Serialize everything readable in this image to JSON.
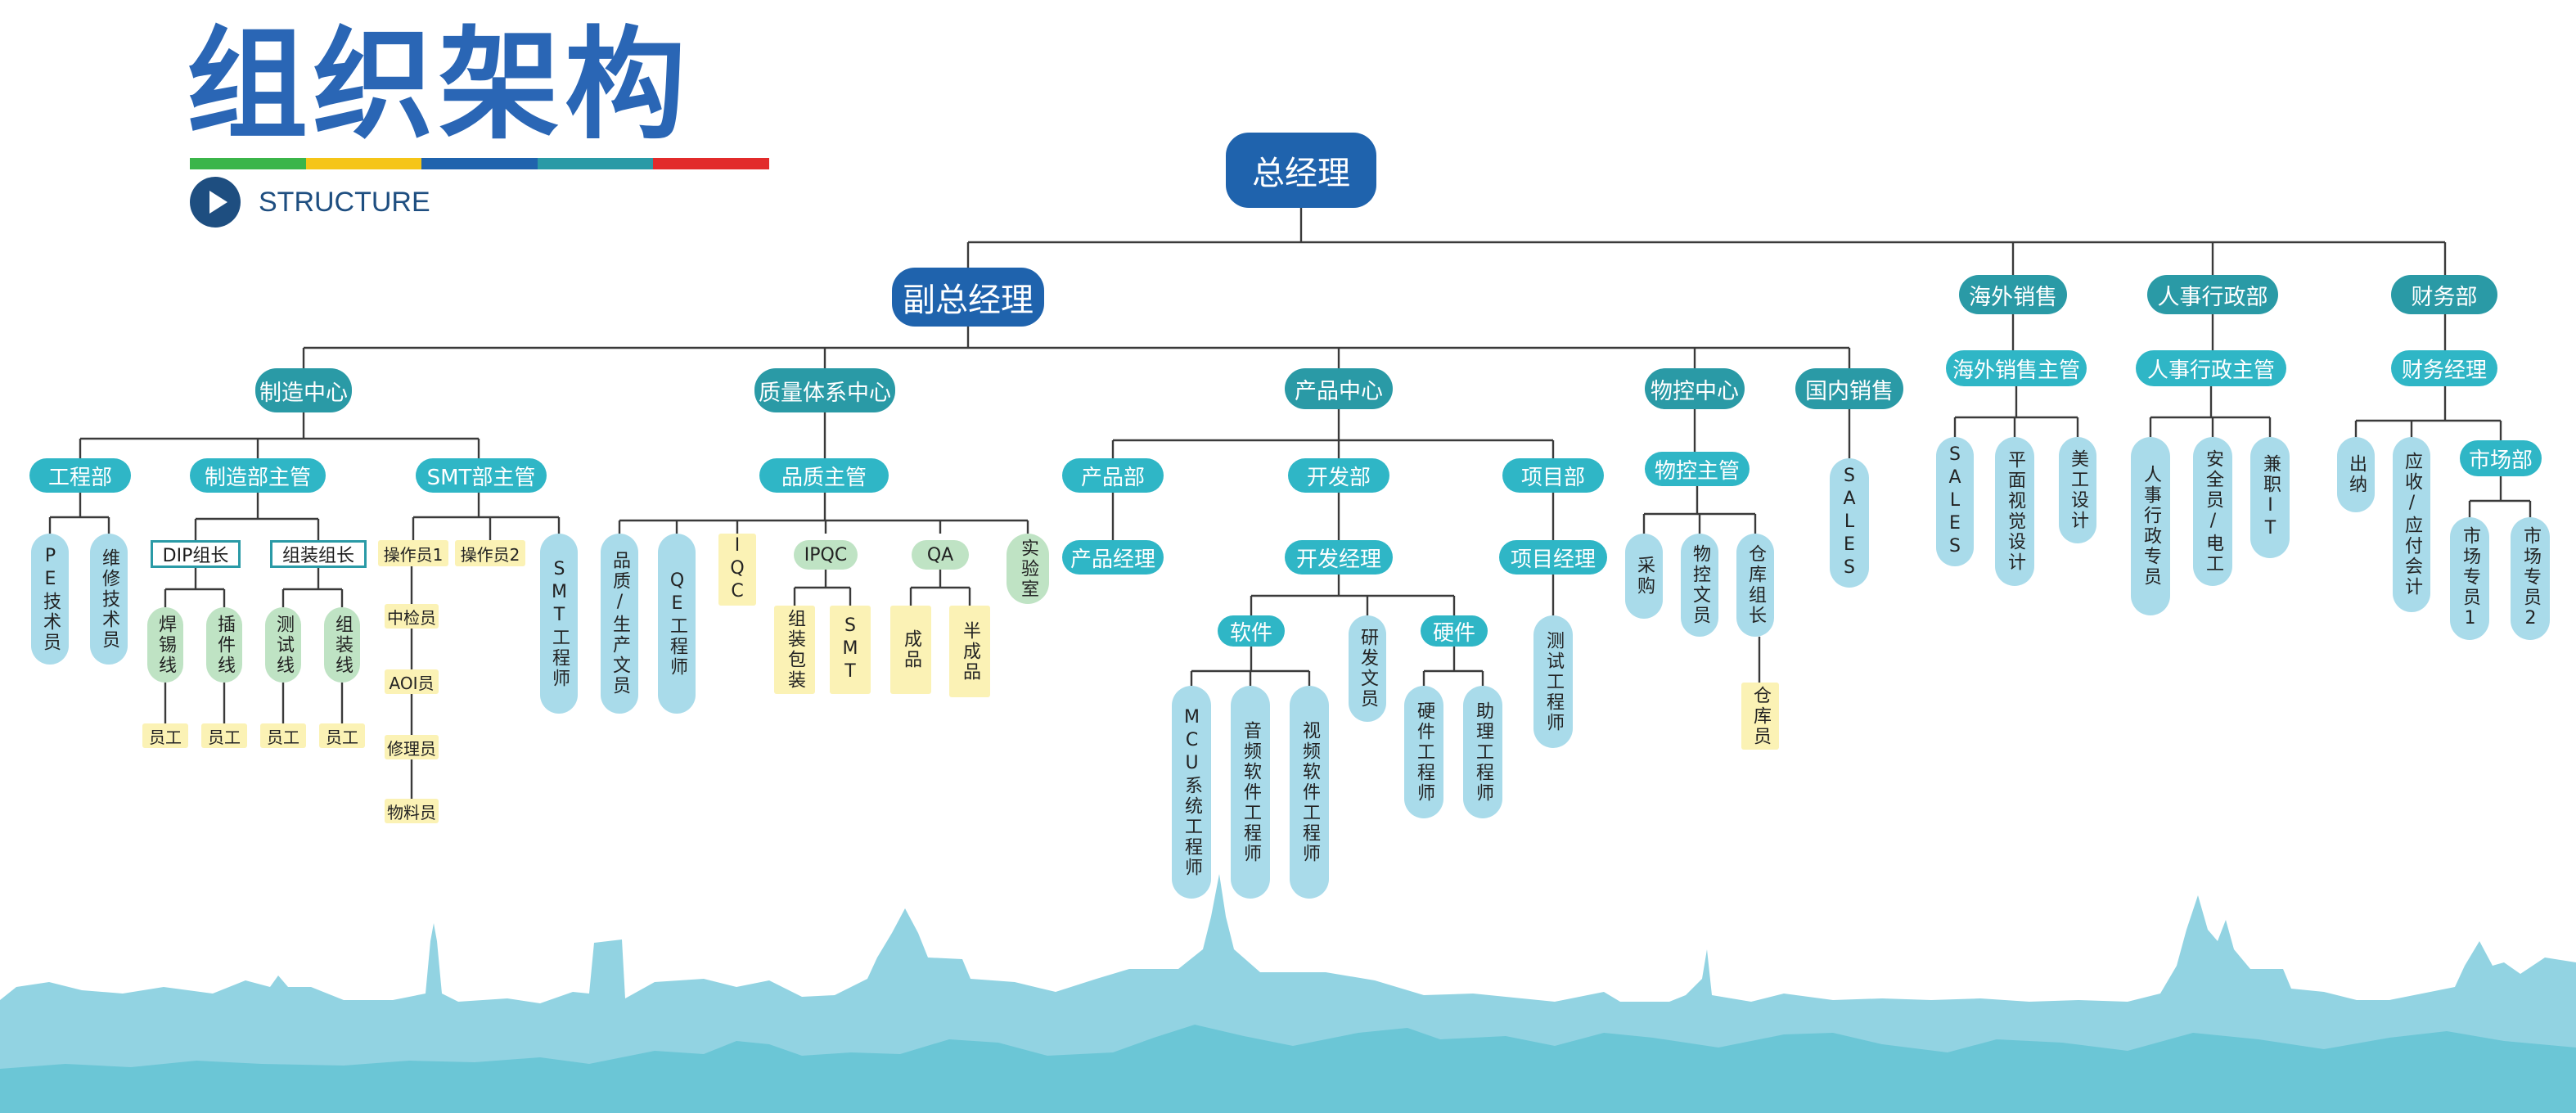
{
  "header": {
    "title": "组织架构",
    "subtitle": "STRUCTURE",
    "rainbow_colors": [
      "#3bb54a",
      "#f5c518",
      "#1f63ad",
      "#2a9aa6",
      "#e22b2b"
    ]
  },
  "colors": {
    "line": "#3a3a3a",
    "top_node": "#1f63ad",
    "dept_header": "#2a9aa6",
    "sub_header": "#2fb6c6",
    "light_blue": "#a9dbea",
    "light_green": "#bfe3c4",
    "light_yellow": "#fbf2b5",
    "skyline_back": "#92d3e2",
    "skyline_front": "#6bc6d6"
  },
  "org": {
    "gm": "总经理",
    "vgm": "副总经理",
    "manufacturing": {
      "center": "制造中心",
      "engineering": "工程部",
      "pe_tech": "PE技术员",
      "maint_tech": "维修技术员",
      "mfg_head": "制造部主管",
      "dip_lead": "DIP组长",
      "assy_lead": "组装组长",
      "weld_line": "焊锡线",
      "plug_line": "插件线",
      "test_line": "测试线",
      "assy_line": "组装线",
      "worker": "员工",
      "smt_head": "SMT部主管",
      "operator1": "操作员1",
      "operator2": "操作员2",
      "mid_inspector": "中检员",
      "aoi_inspector": "AOI员",
      "repairer": "修理员",
      "material_clerk": "物料员",
      "smt_engineer": "SMT工程师"
    },
    "quality": {
      "center": "质量体系中心",
      "head": "品质主管",
      "clerk": "品质/生产文员",
      "qe": "QE工程师",
      "iqc": "IQC",
      "ipqc": "IPQC",
      "assy_pack": "组装包装",
      "smt": "SMT",
      "qa": "QA",
      "finished": "成品",
      "semi": "半成品",
      "lab": "实验室"
    },
    "product": {
      "center": "产品中心",
      "product_dept": "产品部",
      "product_mgr": "产品经理",
      "dev_dept": "开发部",
      "dev_mgr": "开发经理",
      "software": "软件",
      "mcu_eng": "MCU系统工程师",
      "audio_eng": "音频软件工程师",
      "video_eng": "视频软件工程师",
      "rd_clerk": "研发文员",
      "hardware": "硬件",
      "hw_eng": "硬件工程师",
      "asst_eng": "助理工程师",
      "project_dept": "项目部",
      "project_mgr": "项目经理",
      "test_eng": "测试工程师"
    },
    "material": {
      "center": "物控中心",
      "head": "物控主管",
      "purchasing": "采购",
      "clerk": "物控文员",
      "wh_lead": "仓库组长",
      "wh_keeper": "仓库员"
    },
    "domestic": {
      "head": "国内销售",
      "sales": "SALES"
    },
    "overseas": {
      "head": "海外销售",
      "mgr": "海外销售主管",
      "sales": "SALES",
      "designer": "平面视觉设计",
      "artist": "美工设计"
    },
    "hr": {
      "head": "人事行政部",
      "mgr": "人事行政主管",
      "specialist": "人事行政专员",
      "safety": "安全员/电工",
      "it": "兼职IT"
    },
    "finance": {
      "head": "财务部",
      "mgr": "财务经理",
      "cashier": "出纳",
      "accountant": "应收/应付会计",
      "market": "市场部",
      "market1": "市场专员1",
      "market2": "市场专员2"
    }
  }
}
